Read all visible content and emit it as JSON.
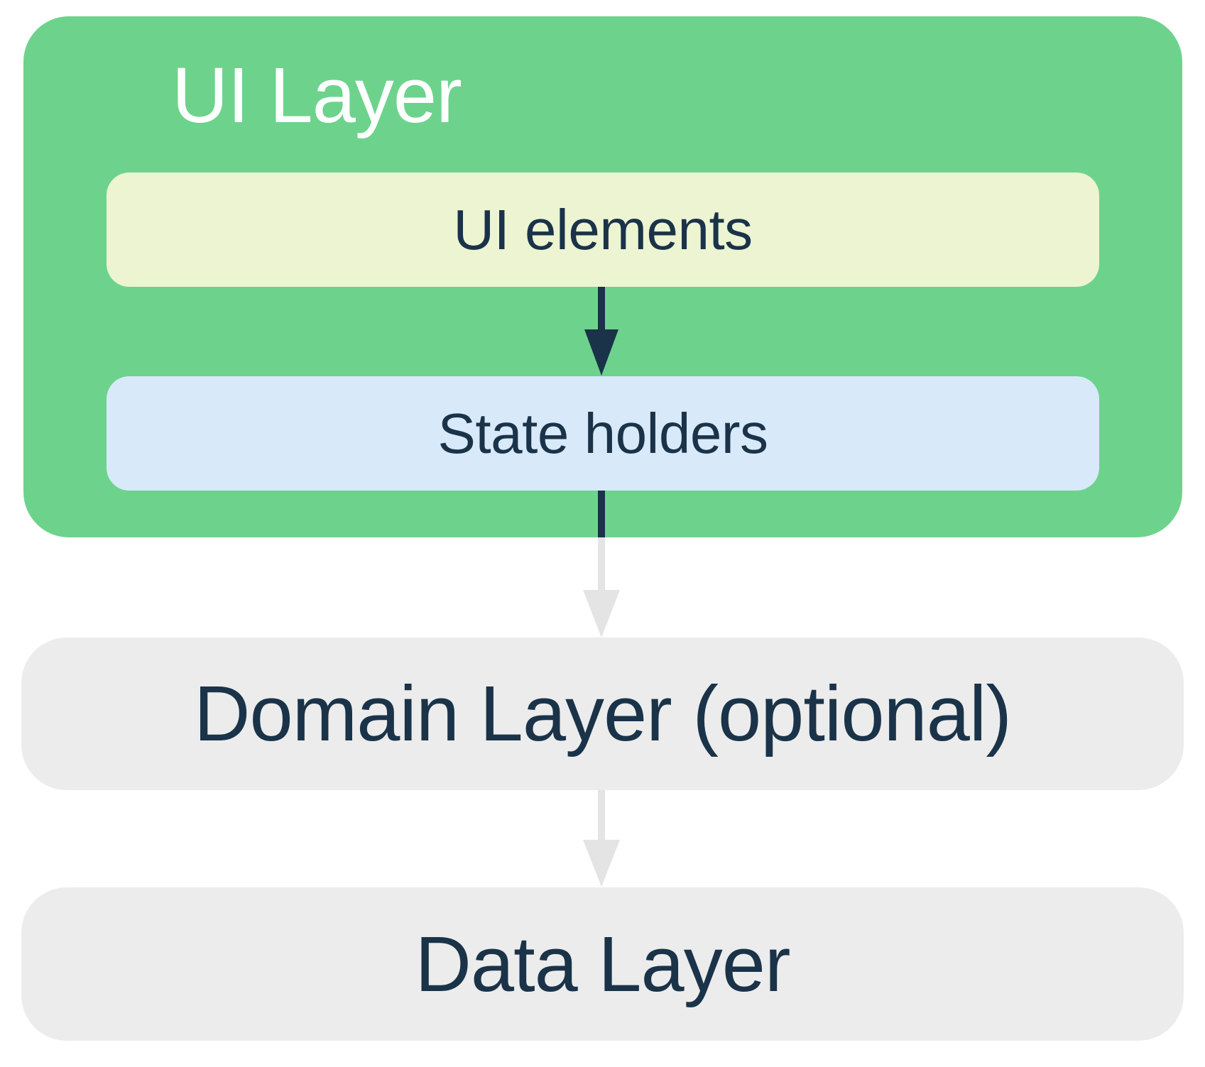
{
  "diagram": {
    "ui_layer": {
      "title": "UI Layer",
      "ui_elements_label": "UI elements",
      "state_holders_label": "State holders"
    },
    "domain_layer": {
      "label": "Domain Layer (optional)"
    },
    "data_layer": {
      "label": "Data Layer"
    },
    "arrows": [
      {
        "name": "ui-elements-to-state-holders",
        "style": "solid-navy"
      },
      {
        "name": "state-holders-to-domain-layer",
        "style": "navy-then-gray"
      },
      {
        "name": "domain-layer-to-data-layer",
        "style": "gray"
      }
    ]
  },
  "colors": {
    "green": "#6DD38C",
    "paleyellow": "#EDF4D2",
    "lightblue": "#D8E9FA",
    "graybox": "#ECECEC",
    "arrowgray": "#E4E4E4",
    "navy": "#1A3349",
    "white": "#FFFFFF"
  }
}
